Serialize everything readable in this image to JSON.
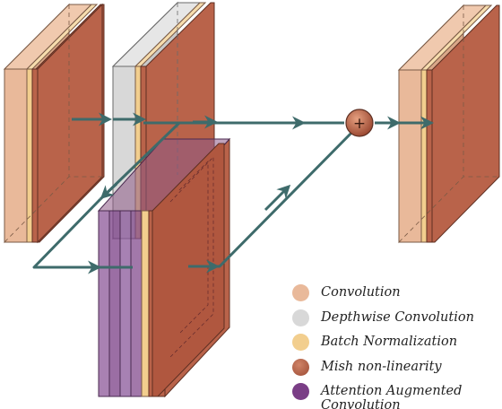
{
  "colors": {
    "convolution": "#E9B99A",
    "depthwise": "#D8D8D8",
    "batch_norm": "#F2CE8E",
    "mish": "#B9634A",
    "attention": "#7A3E86",
    "arrow": "#3E6B6B",
    "add_node": "#B9634A"
  },
  "add_node": {
    "symbol": "+"
  },
  "legend": {
    "items": [
      {
        "key": "convolution",
        "label": "Convolution",
        "icon": "circle-swatch"
      },
      {
        "key": "depthwise",
        "label": "Depthwise Convolution",
        "icon": "circle-swatch"
      },
      {
        "key": "batch_norm",
        "label": "Batch Normalization",
        "icon": "circle-swatch"
      },
      {
        "key": "mish",
        "label": "Mish non-linearity",
        "icon": "circle-swatch"
      },
      {
        "key": "attention",
        "label": "Attention Augmented Convolution",
        "icon": "circle-swatch"
      }
    ]
  }
}
